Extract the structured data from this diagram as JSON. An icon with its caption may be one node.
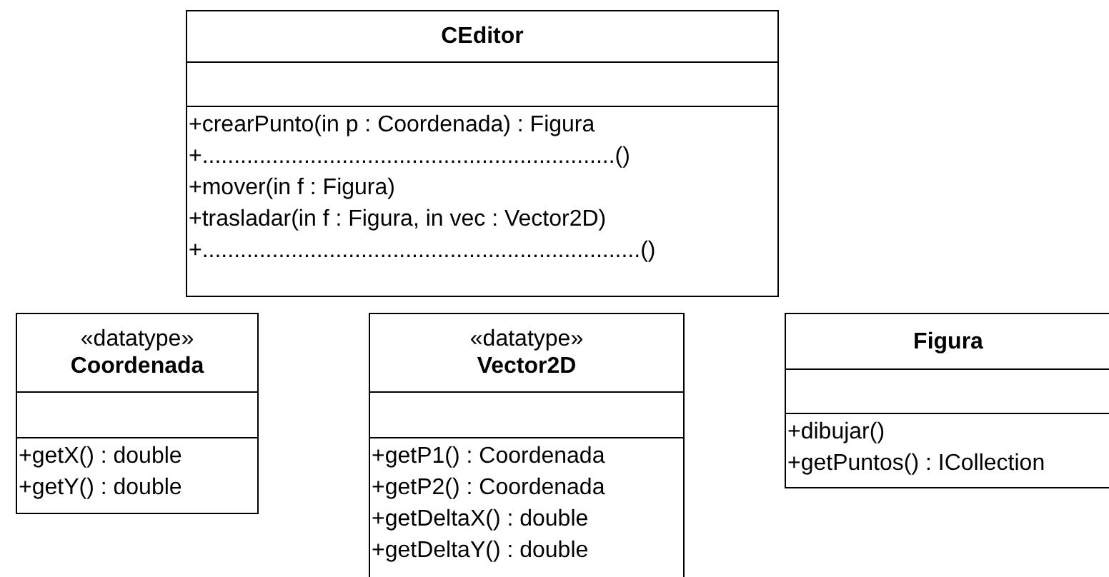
{
  "diagram": {
    "nodes": [
      {
        "text": [
          "CEditor"
        ]
      },
      {
        "text": [],
        "shape": "box",
        "in": 0
      },
      {
        "text": [
          "+crearPunto(in p : Coordenada) : Figura",
          "+.................................................................()",
          "+mover(in f : Figura)",
          "+trasladar(in f : Figura, in vec : Vector2D)",
          "+.....................................................................()"
        ],
        "in": 0
      },
      {
        "text": [
          "«datatype»",
          "Coordenada"
        ]
      },
      {
        "text": [],
        "shape": "box",
        "in": 3
      },
      {
        "text": [
          "+getX() : double",
          "+getY() : double"
        ],
        "in": 3
      },
      {
        "text": [
          "«datatype»",
          "Vector2D"
        ]
      },
      {
        "text": [],
        "shape": "box",
        "in": 6
      },
      {
        "text": [
          "+getP1() : Coordenada",
          "+getP2() : Coordenada",
          "+getDeltaX() : double",
          "+getDeltaY() : double"
        ],
        "in": 6
      },
      {
        "text": [
          "Figura"
        ]
      },
      {
        "text": [],
        "shape": "box",
        "in": 9
      },
      {
        "text": [
          "+dibujar()",
          "+getPuntos() : ICollection"
        ],
        "in": 9
      }
    ]
  }
}
